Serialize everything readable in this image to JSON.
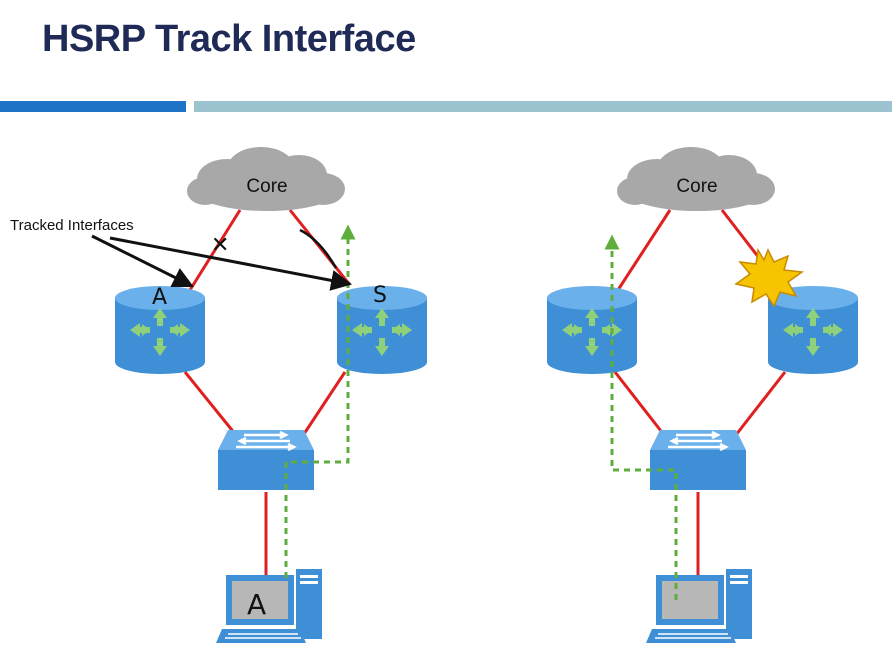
{
  "header": {
    "title": "HSRP Track Interface"
  },
  "left": {
    "cloud_label": "Core",
    "tracked_label": "Tracked Interfaces",
    "router_a_mark": "A",
    "router_s_mark": "S",
    "failure_mark": "✕",
    "pc_screen_mark": "A"
  },
  "right": {
    "cloud_label": "Core"
  },
  "colors": {
    "link": "#e02020",
    "device": "#3f8fd6",
    "device_dark": "#2a6fae",
    "arrow": "#8fd07a",
    "path": "#5fae3c",
    "cloud": "#a8a8a8",
    "burst": "#f7c400"
  }
}
